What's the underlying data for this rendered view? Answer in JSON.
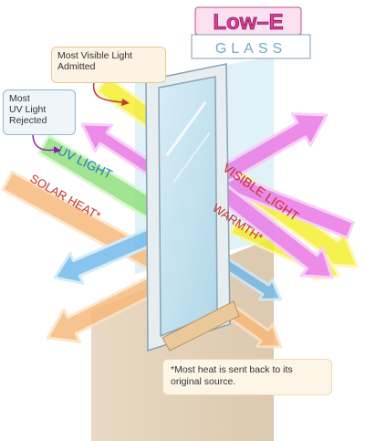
{
  "title": {
    "main": "Low–E",
    "sub": "GLASS"
  },
  "callouts": {
    "visible_light": [
      "Most Visible Light",
      "Admitted"
    ],
    "uv_light": [
      "Most",
      "UV Light",
      "Rejected"
    ],
    "heat": [
      "Most heat is sent back to its",
      "original source."
    ],
    "heat_marker": "*"
  },
  "labels": {
    "uv_light": "UV LIGHT",
    "solar_heat": "SOLAR HEAT*",
    "visible_light": "VISIBLE LIGHT",
    "warmth": "WARMTH*"
  },
  "colors": {
    "uv": "#8ee07a",
    "visible": "#f4ee2a",
    "solar": "#f6b878",
    "warmth": "#ea74e4",
    "uv_reflect": "#6fb8e8",
    "glass": "#bfe3f1"
  }
}
